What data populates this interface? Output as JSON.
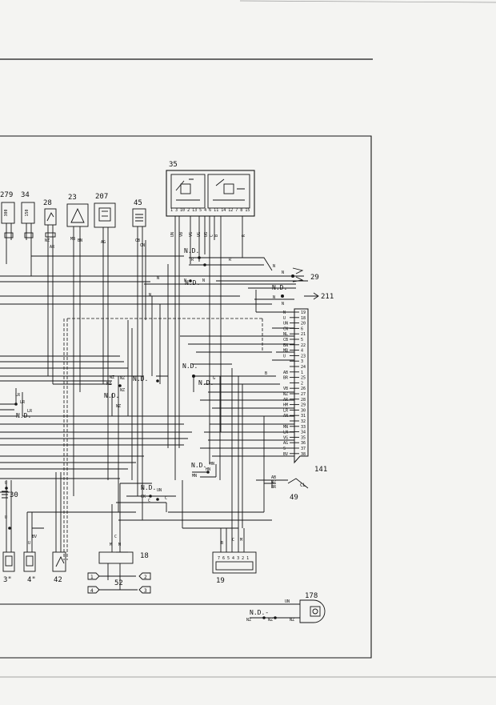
{
  "diagram": {
    "components": {
      "c279": "279",
      "c34": "34",
      "c28": "28",
      "c23": "23",
      "c207": "207",
      "c45": "45",
      "c35": "35",
      "c29": "29",
      "c211": "211",
      "c141": "141",
      "c49": "49",
      "c30": "30",
      "c3": "3\"",
      "c4": "4\"",
      "c42": "42",
      "c18": "18",
      "c52": "52",
      "c19": "19",
      "c178": "178"
    },
    "sensor_labels": {
      "s279": "300",
      "s34": "150"
    },
    "nd_label": "N.D.",
    "nd_dash_label": "N.D.-",
    "wire_labels": {
      "v1": "UN",
      "v2": "VB",
      "v3": "VG",
      "v4": "UG",
      "v5": "UG",
      "v6": "C",
      "v7": "B",
      "v8": "R",
      "t1": "NZ",
      "t2": "AR",
      "t3": "MB",
      "t4": "BN",
      "t5": "AG",
      "t6": "CB",
      "t7": "CN",
      "r1": "R",
      "r2": "R",
      "h1": "N",
      "h2": "N",
      "h3": "N",
      "h4": "N",
      "h5": "N",
      "m1": "N",
      "m2": "N",
      "m3": "N",
      "n1": "NZ",
      "n2": "NZ",
      "n3": "NZ",
      "n4": "NZ",
      "n5": "NZ",
      "lr1": "LR",
      "lr2": "LR",
      "lr3": "LR",
      "g1": "G",
      "g2": "B",
      "hn1": "HN",
      "hn2": "HN",
      "mn1": "MN",
      "ck1": "CK",
      "ck2": "C",
      "ck3": "C",
      "un1": "UN",
      "u1": "U",
      "u2": "U",
      "u3": "U",
      "bv1": "BV",
      "p18a": "M",
      "p18b": "C",
      "p18c": "M",
      "cl": "CL",
      "b19a": "B",
      "b19b": "C",
      "b19c": "M",
      "w178a": "UN",
      "w178b": "NZ",
      "w178c": "NZ",
      "w178d": "NZ"
    },
    "connector_141_rows": [
      {
        "wire": "N",
        "pin": "19"
      },
      {
        "wire": "U",
        "pin": "18"
      },
      {
        "wire": "UN",
        "pin": "20"
      },
      {
        "wire": "CN",
        "pin": "6"
      },
      {
        "wire": "NL",
        "pin": "21"
      },
      {
        "wire": "CB",
        "pin": "5"
      },
      {
        "wire": "BN",
        "pin": "22"
      },
      {
        "wire": "MB",
        "pin": "4"
      },
      {
        "wire": "U",
        "pin": "23"
      },
      {
        "wire": "",
        "pin": "3"
      },
      {
        "wire": "",
        "pin": "24"
      },
      {
        "wire": "AB",
        "pin": "1"
      },
      {
        "wire": "BR",
        "pin": "25"
      },
      {
        "wire": "",
        "pin": "2"
      },
      {
        "wire": "VB",
        "pin": "26"
      },
      {
        "wire": "NZ",
        "pin": "27"
      },
      {
        "wire": "AR",
        "pin": "28"
      },
      {
        "wire": "HM",
        "pin": "29"
      },
      {
        "wire": "LR",
        "pin": "30"
      },
      {
        "wire": "AN",
        "pin": "31"
      },
      {
        "wire": "",
        "pin": "32"
      },
      {
        "wire": "MN",
        "pin": "33"
      },
      {
        "wire": "LN",
        "pin": "34"
      },
      {
        "wire": "VG",
        "pin": "35"
      },
      {
        "wire": "AG",
        "pin": "36"
      },
      {
        "wire": "S",
        "pin": "37"
      },
      {
        "wire": "BV",
        "pin": "38"
      }
    ],
    "connector_49_rows": [
      {
        "wire": "AB"
      },
      {
        "wire": "NZ"
      },
      {
        "wire": "BR"
      }
    ],
    "relay_35_pins": "1 3 10 2 13 5 4 6 11 14 12 7 8 15",
    "connector_19_pins": "7 6 5 4 3 2 1",
    "connector_52_pins": [
      "1",
      "2",
      "3",
      "4"
    ]
  }
}
